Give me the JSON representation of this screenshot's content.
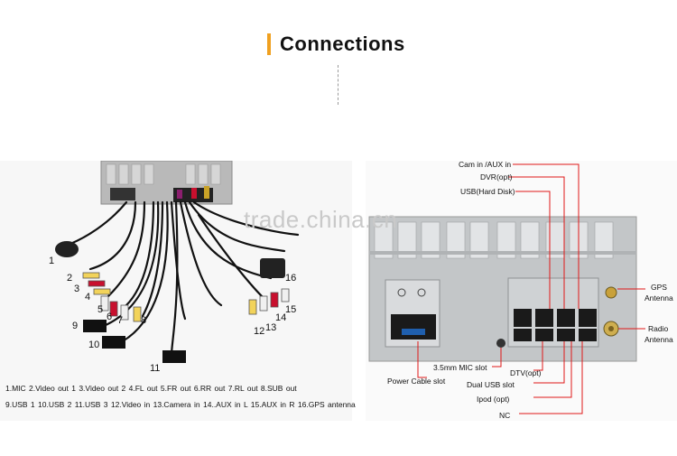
{
  "header": {
    "title": "Connections"
  },
  "watermark": "trade.china.cn",
  "left": {
    "numbers": [
      "1",
      "2",
      "3",
      "4",
      "5",
      "6",
      "7",
      "8",
      "9",
      "10",
      "11",
      "12",
      "13",
      "14",
      "15",
      "16"
    ],
    "legend_row1": "1.MIC   2.Video out 1   3.Video out 2   4.FL out   5.FR out   6.RR out   7.RL out   8.SUB out",
    "legend_row2": "9.USB 1  10.USB 2   11.USB 3   12.Video in   13.Camera in   14..AUX in L   15.AUX in R   16.GPS antenna"
  },
  "right": {
    "cam_aux": "Cam in /AUX in",
    "dvr": "DVR(opt)",
    "usb_hd": "USB(Hard Disk)",
    "gps": "GPS",
    "gps_antenna": "Antenna",
    "radio": "Radio",
    "radio_antenna": "Antenna",
    "mic_slot": "3.5mm MIC slot",
    "power_slot": "Power Cable slot",
    "dtv": "DTV(opt)",
    "dual_usb": "Dual USB slot",
    "ipod": "Ipod (opt)",
    "nc": "NC"
  },
  "colors": {
    "accent": "#f0a020",
    "leader": "#e01818"
  }
}
